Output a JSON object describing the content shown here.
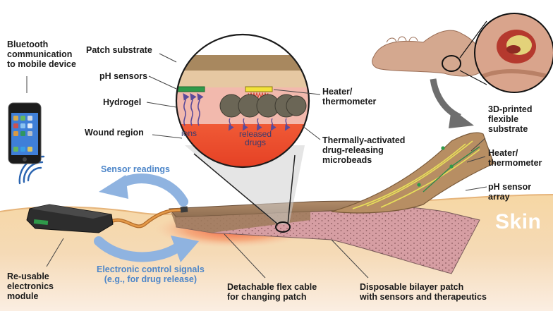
{
  "labels": {
    "bluetooth": [
      "Bluetooth",
      "communication",
      "to mobile device"
    ],
    "patch_substrate": "Patch substrate",
    "ph_sensors": "pH sensors",
    "hydrogel": "Hydrogel",
    "wound_region": "Wound region",
    "heater_thermometer_1": [
      "Heater/",
      "thermometer"
    ],
    "thermally_activated": [
      "Thermally-activated",
      "drug-releasing",
      "microbeads"
    ],
    "printed_substrate": [
      "3D-printed",
      "flexible",
      "substrate"
    ],
    "heater_thermometer_2": [
      "Heater/",
      "thermometer"
    ],
    "ph_sensor_array": [
      "pH sensor",
      "array"
    ],
    "skin": "Skin",
    "sensor_readings": "Sensor readings",
    "electronic_control": [
      "Electronic control signals",
      "(e.g., for drug release)"
    ],
    "reusable_module": [
      "Re-usable",
      "electronics",
      "module"
    ],
    "detachable_cable": [
      "Detachable flex cable",
      "for changing patch"
    ],
    "disposable_patch": [
      "Disposable bilayer patch",
      "with sensors and therapeutics"
    ],
    "ions": "ions",
    "released_drugs": [
      "released",
      "drugs"
    ]
  },
  "icons": {
    "phone": "smartphone-icon",
    "wireless": "wireless-signal-icon",
    "foot": "foot-wound-photo"
  },
  "colors": {
    "skin": "#f2cf9c",
    "wound": "#e8442a",
    "hydrogel": "#f0b9a8",
    "substrate": "#c9a27a",
    "arrow_blue": "#8fb3e0",
    "label_blue": "#4d86c9",
    "pink_patch": "#d9a0a4"
  }
}
